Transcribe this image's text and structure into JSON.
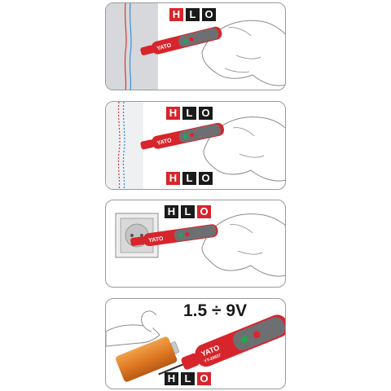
{
  "indicator": {
    "h": "H",
    "l": "L",
    "o": "O"
  },
  "panels": [
    {
      "lit": "h",
      "second_lit": ""
    },
    {
      "lit": "h",
      "second_lit": "h"
    },
    {
      "lit": "o"
    },
    {
      "lit": "o",
      "voltage_label": "1.5 ÷ 9V"
    }
  ],
  "tester": {
    "brand": "YATO",
    "model": "YT-28637"
  },
  "colors": {
    "tester_red": "#d7252b",
    "tester_gray": "#6d6f73",
    "wall_gray": "#d6d8db",
    "led_green": "#1fa84a",
    "led_red": "#e2232b"
  }
}
